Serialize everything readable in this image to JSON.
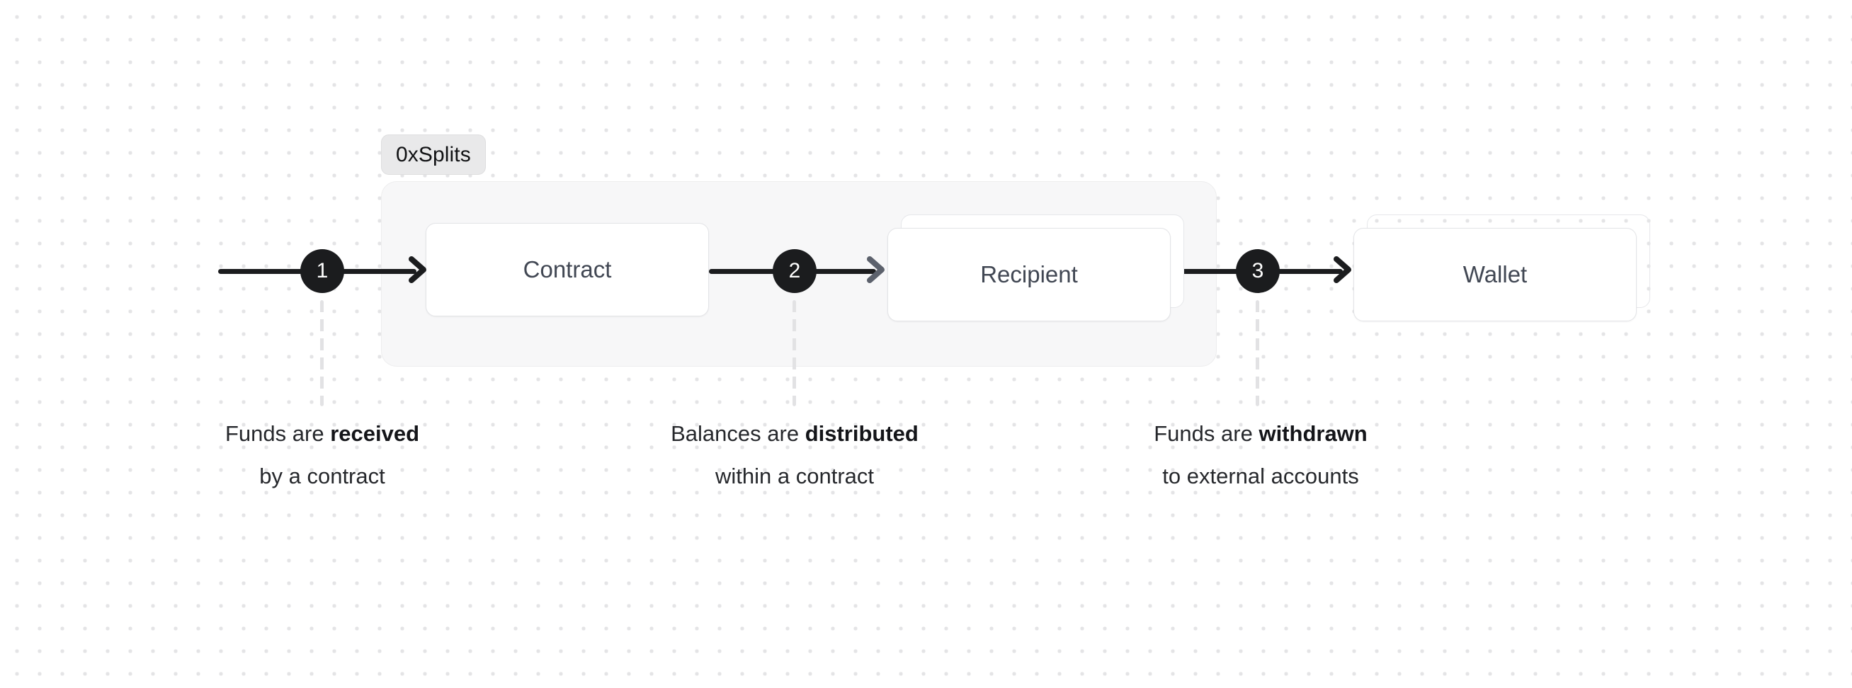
{
  "diagram": {
    "group": {
      "badge_label": "0xSplits"
    },
    "nodes": [
      {
        "id": "contract",
        "label": "Contract"
      },
      {
        "id": "recipient",
        "label": "Recipient"
      },
      {
        "id": "wallet",
        "label": "Wallet"
      }
    ],
    "steps": [
      {
        "number": "1",
        "caption_prefix": "Funds are ",
        "caption_bold": "received",
        "caption_line2": "by a contract"
      },
      {
        "number": "2",
        "caption_prefix": "Balances are ",
        "caption_bold": "distributed",
        "caption_line2": "within a contract"
      },
      {
        "number": "3",
        "caption_prefix": "Funds are ",
        "caption_bold": "withdrawn",
        "caption_line2": "to external accounts"
      }
    ],
    "icons": {
      "arrow": "arrow-right-icon",
      "dropper": "dashed-connector-icon"
    },
    "colors": {
      "background": "#ffffff",
      "grid_dot": "#e4e4e6",
      "panel_fill": "#f7f7f8",
      "panel_border": "#ededee",
      "badge_fill": "#e9e9ea",
      "node_fill": "#ffffff",
      "node_border": "#e3e4e7",
      "node_text": "#414753",
      "line": "#1b1c1e",
      "step_circle": "#1b1c1e",
      "step_number": "#ffffff",
      "dropper": "#e2e2e4",
      "caption_text": "#26282c"
    }
  }
}
